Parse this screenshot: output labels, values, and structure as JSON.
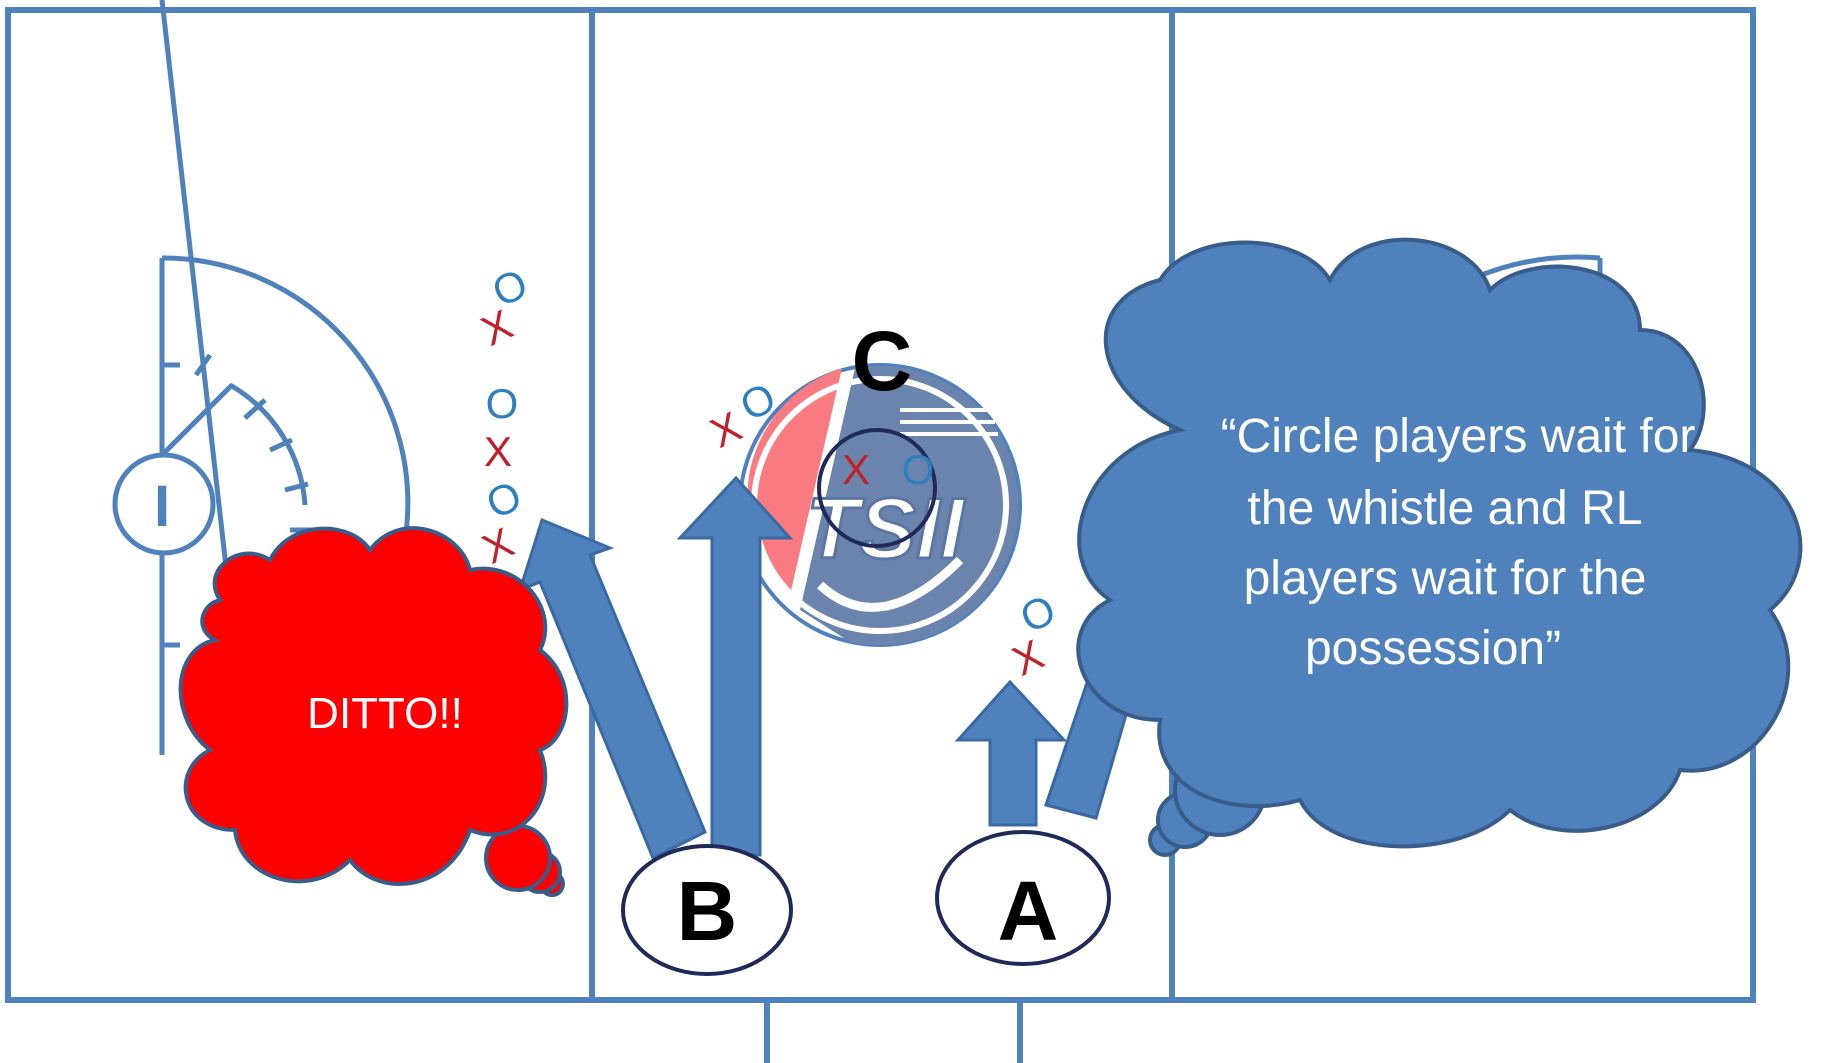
{
  "colors": {
    "field_line": "#4f81bd",
    "arrow_fill": "#4f81bd",
    "arrow_stroke": "#3a6aa3",
    "cloud_blue": "#4f81bd",
    "cloud_blue_stroke": "#385d8a",
    "cloud_red": "#ff0000",
    "cloud_red_stroke": "#385d8a",
    "x_mark": "#c0202a",
    "o_mark": "#2f7fc0",
    "label_circle_stroke": "#1f2a5a",
    "logo_pink": "#f97a80",
    "logo_blue": "#6b84ad"
  },
  "labels": {
    "a": "A",
    "b": "B",
    "c": "C",
    "goal": "I"
  },
  "bubbles": {
    "ditto": "DITTO!!",
    "quote_lines": [
      "“Circle players wait for",
      "the whistle and RL",
      "players wait for the",
      "possession”"
    ]
  },
  "logo": {
    "text": "TSII"
  },
  "markers": {
    "x": "X",
    "o": "O"
  }
}
